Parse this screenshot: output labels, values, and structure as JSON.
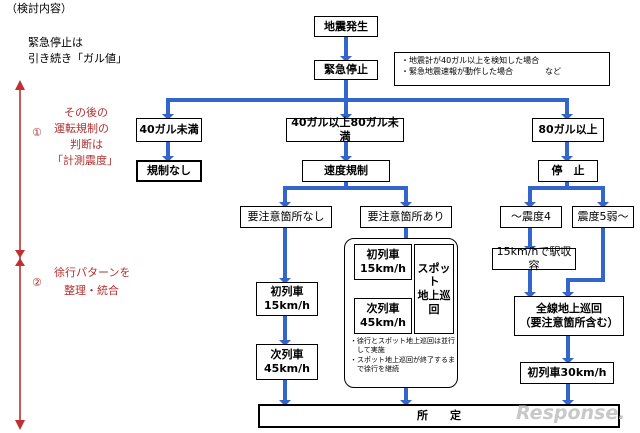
{
  "header": {
    "review_label": "（検討内容）",
    "left_note_line1": "緊急停止は",
    "left_note_line2": "引き続き「ガル値」"
  },
  "side": {
    "num1": "①",
    "sec1_line1": "その後の",
    "sec1_line2": "運転規制の",
    "sec1_line3": "判断は",
    "sec1_line4": "「計測震度」",
    "num2": "②",
    "sec2_line1": "徐行パターンを",
    "sec2_line2": "整理・統合"
  },
  "nodes": {
    "earthquake": "地震発生",
    "emergency_stop": "緊急停止",
    "cond_note_line1": "・地震計が40ガル以上を検知した場合",
    "cond_note_line2": "・緊急地震速報が動作した場合　　　　など",
    "gal40_under": "40ガル未満",
    "gal40_80": "40ガル以上80ガル未満",
    "gal80_over": "80ガル以上",
    "no_restriction": "規制なし",
    "speed_restriction": "速度規制",
    "stop": "停　止",
    "no_caution": "要注意箇所なし",
    "caution_exists": "要注意箇所あり",
    "first_train_a": "初列車\n15km/h",
    "next_train_a": "次列車\n45km/h",
    "first_train_b": "初列車\n15km/h",
    "next_train_b": "次列車\n45km/h",
    "spot_patrol": "スポット\n地上巡回",
    "patrol_note_line1": "・徐行とスポット地上巡回は並行",
    "patrol_note_line2": "　して実施",
    "patrol_note_line3": "・スポット地上巡回が終了するま",
    "patrol_note_line4": "　で徐行を継続",
    "seismic_under4": "～震度4",
    "seismic_over5": "震度5弱～",
    "station_hold": "15km/hで駅収容",
    "full_patrol": "全線地上巡回\n（要注意箇所含む）",
    "first_train_30": "初列車30km/h",
    "designated": "所　　定"
  },
  "watermark": "Response."
}
